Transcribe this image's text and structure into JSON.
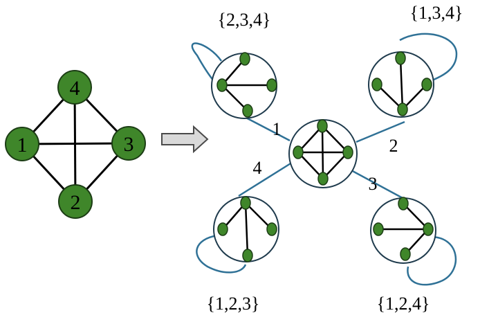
{
  "colors": {
    "node_fill": "#3f862a",
    "node_stroke": "#1c3d15",
    "edge": "#000000",
    "tree_link": "#2f7196",
    "arrow_fill": "#d9d9d9",
    "arrow_stroke": "#4a4a4a"
  },
  "input_graph": {
    "nodes": [
      "1",
      "2",
      "3",
      "4"
    ],
    "edges": [
      [
        "1",
        "4"
      ],
      [
        "1",
        "3"
      ],
      [
        "1",
        "2"
      ],
      [
        "4",
        "3"
      ],
      [
        "4",
        "2"
      ],
      [
        "3",
        "2"
      ]
    ]
  },
  "arrow": {
    "icon": "right-arrow-icon"
  },
  "center_graph": {
    "edges": [
      [
        "top",
        "right"
      ],
      [
        "right",
        "bottom"
      ],
      [
        "bottom",
        "left"
      ],
      [
        "left",
        "top"
      ],
      [
        "top",
        "bottom"
      ],
      [
        "left",
        "right"
      ]
    ]
  },
  "branches": [
    {
      "edge_label": "1",
      "subset_label": "{2,3,4}"
    },
    {
      "edge_label": "2",
      "subset_label": "{1,3,4}"
    },
    {
      "edge_label": "3",
      "subset_label": "{1,2,4}"
    },
    {
      "edge_label": "4",
      "subset_label": "{1,2,3}"
    }
  ]
}
